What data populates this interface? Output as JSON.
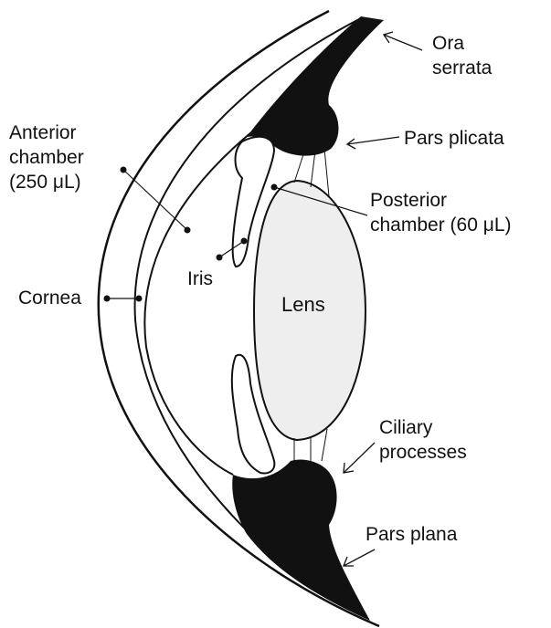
{
  "diagram": {
    "labels": {
      "ora_serrata": "Ora\nserrata",
      "pars_plicata": "Pars plicata",
      "anterior_chamber": "Anterior\nchamber\n(250 μL)",
      "posterior_chamber": "Posterior\nchamber (60 μL)",
      "iris": "Iris",
      "cornea": "Cornea",
      "lens": "Lens",
      "ciliary_processes": "Ciliary\nprocesses",
      "pars_plana": "Pars plana"
    },
    "colors": {
      "ink": "#111111",
      "background": "#ffffff"
    }
  }
}
